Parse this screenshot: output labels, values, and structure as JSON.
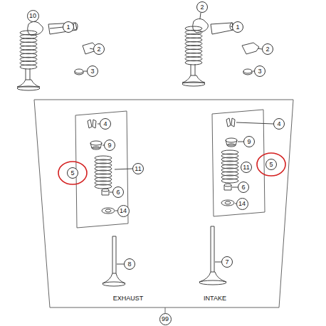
{
  "diagram": {
    "nodes": [
      {
        "text": [
          "10"
        ]
      },
      {
        "text": [
          "1"
        ]
      },
      {
        "text": [
          "2"
        ]
      },
      {
        "text": [
          "3"
        ]
      },
      {
        "text": [
          "2"
        ]
      },
      {
        "text": [
          "1"
        ]
      },
      {
        "text": [
          "2"
        ]
      },
      {
        "text": [
          "3"
        ]
      },
      {
        "text": [
          "4"
        ]
      },
      {
        "text": [
          "9"
        ]
      },
      {
        "text": [
          "5"
        ]
      },
      {
        "text": [
          "11"
        ]
      },
      {
        "text": [
          "6"
        ]
      },
      {
        "text": [
          "14"
        ]
      },
      {
        "text": [
          "4"
        ]
      },
      {
        "text": [
          "9"
        ]
      },
      {
        "text": [
          "11"
        ]
      },
      {
        "text": [
          "5"
        ]
      },
      {
        "text": [
          "6"
        ]
      },
      {
        "text": [
          "14"
        ]
      },
      {
        "text": [
          "8"
        ]
      },
      {
        "text": [
          "7"
        ]
      },
      {
        "text": [
          "99"
        ]
      }
    ],
    "edges": [],
    "labels": [
      "EXHAUST",
      "INTAKE"
    ]
  }
}
